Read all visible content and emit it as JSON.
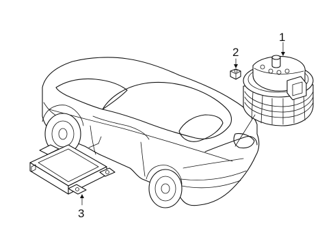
{
  "callouts": [
    {
      "id": "horn",
      "label": "1"
    },
    {
      "id": "nut",
      "label": "2"
    },
    {
      "id": "module",
      "label": "3"
    }
  ],
  "colors": {
    "line": "#111111",
    "background": "#ffffff"
  }
}
